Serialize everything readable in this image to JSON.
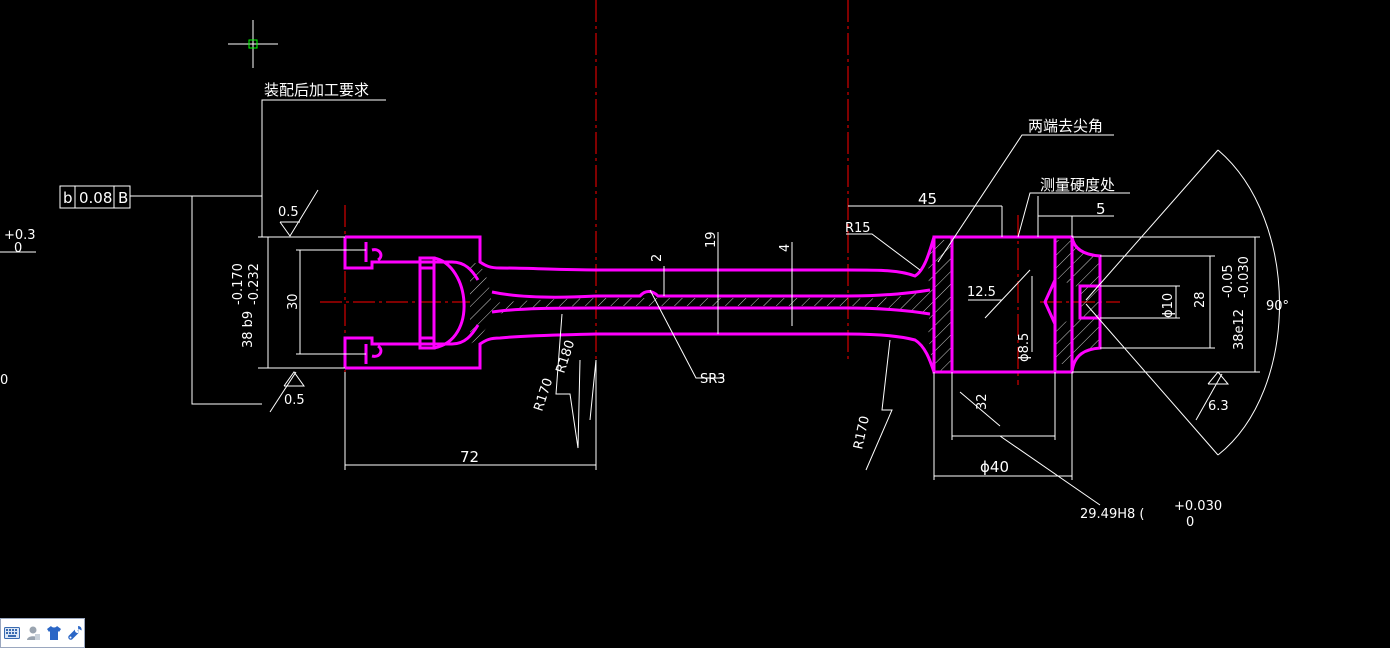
{
  "drawing": {
    "notes": {
      "assembly": "装配后加工要求",
      "both_ends": "两端去尖角",
      "hardness": "测量硬度处"
    },
    "tolerance_frame": {
      "symbol": "b",
      "value": "0.08",
      "datum": "B"
    },
    "left_edge": {
      "tol_upper": "+0.3",
      "tol_lower": "0",
      "zero": "0"
    },
    "dims": {
      "d05_top": "0.5",
      "d05_bottom": "0.5",
      "d38b9": "38 b9",
      "d38b9_tol1": "-0.170",
      "d38b9_tol2": "-0.232",
      "d30": "30",
      "d72": "72",
      "d2": "2",
      "d19": "19",
      "d4": "4",
      "r170_left": "R170",
      "r180": "R180",
      "sr3": "SR3",
      "r170_right": "R170",
      "r15": "R15",
      "d45": "45",
      "d5": "5",
      "d125": "12.5",
      "phi85": "ϕ8.5",
      "phi10": "ϕ10",
      "d28": "28",
      "d38e12": "38e12",
      "d38e12_tol1": "-0.05",
      "d38e12_tol2": "-0.030",
      "d90": "90°",
      "d32": "32",
      "phi40": "ϕ40",
      "d2949": "29.49H8 (",
      "d2949_tol_upper": "+0.030",
      "d2949_tol_lower": "0",
      "rough63": "6.3"
    },
    "colors": {
      "part": "#ff00ff",
      "center": "#ff0000",
      "dim": "#ffffff",
      "bg": "#000000",
      "cursor": "#00ff00"
    }
  },
  "statusbar": {
    "icons": [
      "keyboard-icon",
      "user-icon",
      "shirt-icon",
      "wrench-icon"
    ]
  }
}
